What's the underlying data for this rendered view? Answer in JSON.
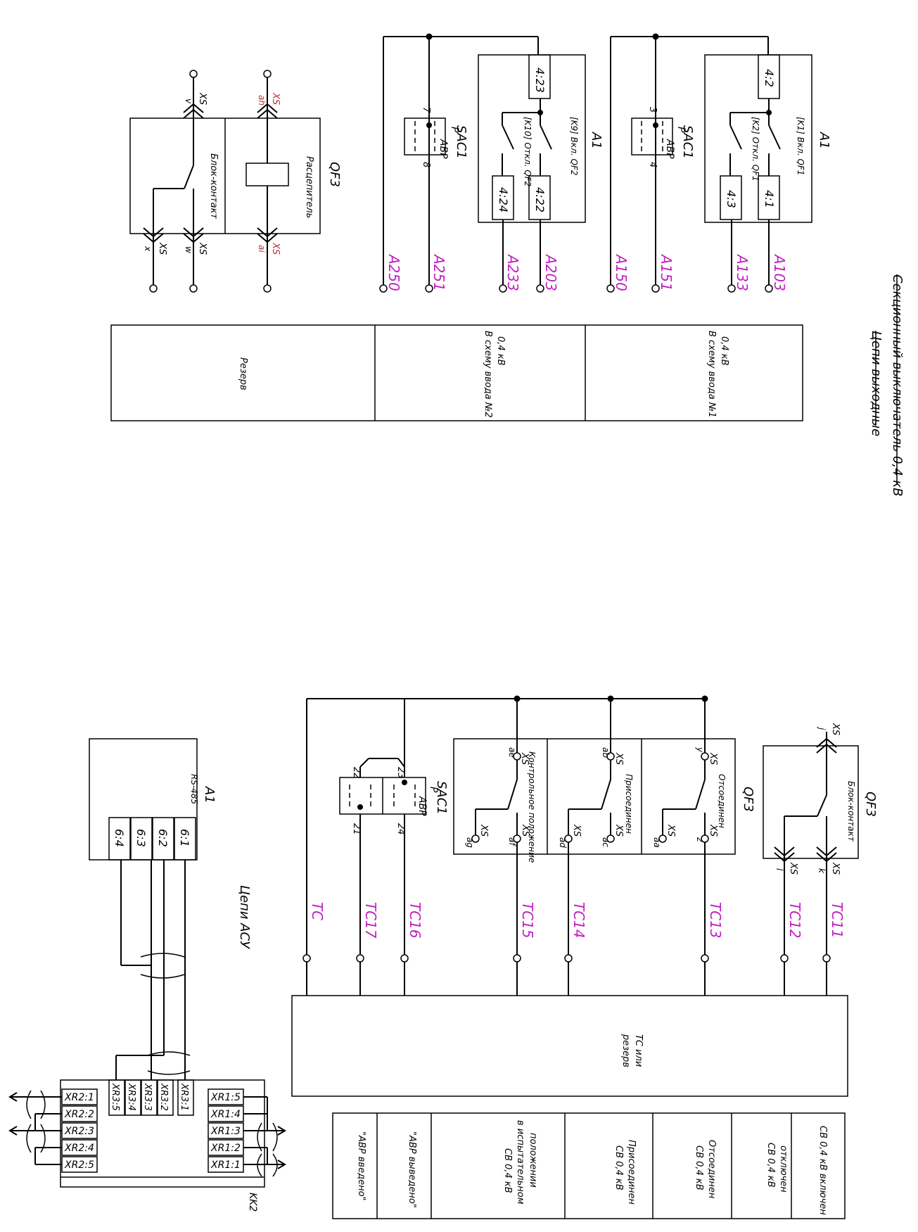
{
  "title": {
    "main": "Секционный выключатель 0,4 кВ",
    "sub": "Цепи выходные"
  },
  "colors": {
    "wire_label": "#c020c0",
    "qf3_terminal": "#c03030",
    "line": "#000000"
  },
  "upper": {
    "sac1_a": {
      "name": "SAC1",
      "p": "Р",
      "avr": "АВР",
      "pin_in": "7",
      "pin_out": "8"
    },
    "sac1_b": {
      "name": "SAC1",
      "p": "Р",
      "avr": "АВР",
      "pin_in": "3",
      "pin_out": "4"
    },
    "a1_a": {
      "name": "A1",
      "top": "4:23",
      "contact1": "[K9] Вкл. QF2",
      "contact2": "[K10] Откл. QF2",
      "t1": "4:22",
      "t2": "4:24"
    },
    "a1_b": {
      "name": "A1",
      "top": "4:2",
      "contact1": "[K1] Вкл. QF1",
      "contact2": "[K2] Откл. QF1",
      "t1": "4:1",
      "t2": "4:3"
    },
    "wires": [
      "A250",
      "A251",
      "A233",
      "A203",
      "A150",
      "A151",
      "A133",
      "A103"
    ],
    "qf3": {
      "name": "QF3",
      "coil": "Расцепитель",
      "block": "Блок-контакт",
      "xs": "XS",
      "pins": {
        "v": "v",
        "w": "w",
        "x": "x",
        "ah": "ah",
        "ai": "ai"
      }
    },
    "table": [
      "Резерв",
      "В схему ввода №2 0,4 кВ",
      "В схему ввода №1 0,4 кВ"
    ]
  },
  "lower": {
    "circuits_label": "Цепи АСУ",
    "a1": {
      "name": "A1",
      "iface": "RS-485",
      "pins": [
        "6:4",
        "6:3",
        "6:2",
        "6:1"
      ]
    },
    "sac1": {
      "name": "SAC1",
      "p": "Р",
      "avr": "АВР",
      "pins": [
        "22",
        "21",
        "23",
        "24"
      ]
    },
    "qf3": {
      "name": "QF3",
      "xs": "XS",
      "labels": [
        "Контрольное положение",
        "Присоединен",
        "Отсоединен"
      ],
      "pins": [
        "ae",
        "ag",
        "af",
        "ab",
        "ad",
        "ac",
        "y",
        "aa",
        "z"
      ]
    },
    "qf3_block": {
      "name": "QF3",
      "label": "Блок-контакт",
      "xs": "XS",
      "pins": [
        "j",
        "l",
        "k"
      ]
    },
    "wires": [
      "TC",
      "TC17",
      "TC16",
      "TC15",
      "TC14",
      "TC13",
      "TC12",
      "TC11"
    ],
    "reserve": "ТС или резерв",
    "table": [
      "\"АВР введено\"",
      "\"АВР выведено\"",
      "СВ 0,4 кВ в испытательном положении",
      "СВ 0,4 кВ Присоединен",
      "СВ 0,4 кВ Отсоединен",
      "СВ 0,4 кВ отключен",
      "СВ 0,4 кВ включен"
    ],
    "connector": {
      "name": "KK2",
      "left": [
        "XR2:1",
        "XR2:2",
        "XR2:3",
        "XR2:4",
        "XR2:5"
      ],
      "mid": [
        "XR3:5",
        "XR3:4",
        "XR3:3",
        "XR3:2",
        "XR3:1"
      ],
      "right": [
        "XR1:5",
        "XR1:4",
        "XR1:3",
        "XR1:2",
        "XR1:1"
      ]
    }
  }
}
